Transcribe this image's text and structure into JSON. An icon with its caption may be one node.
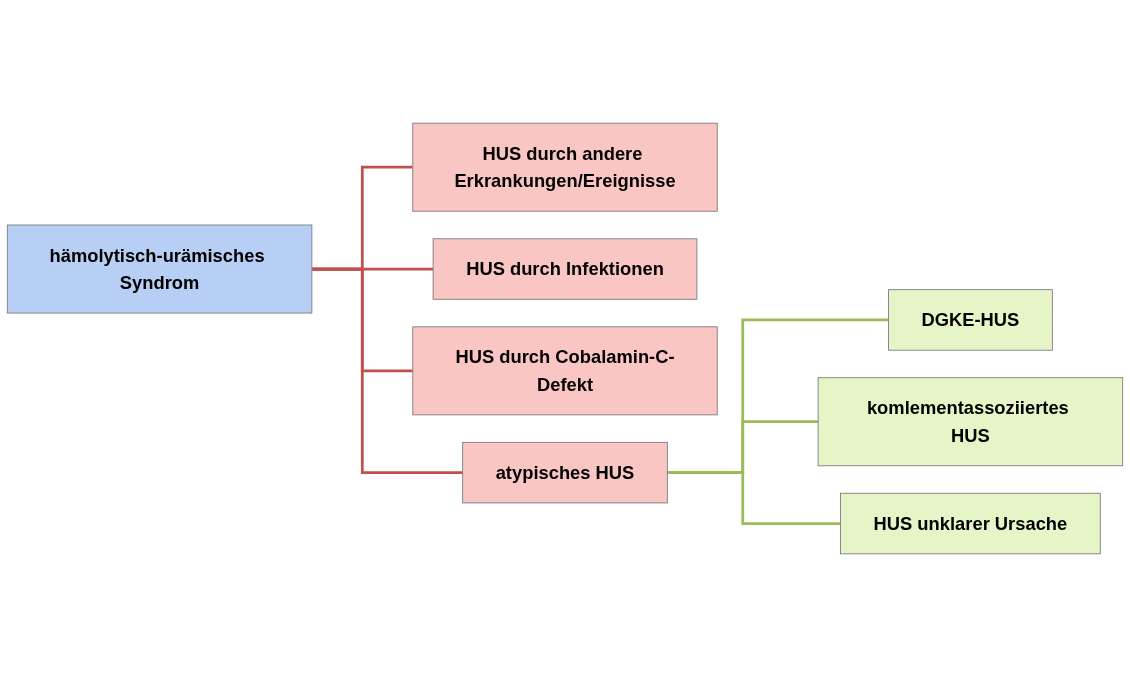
{
  "diagram": {
    "nodes": [
      {
        "text": [
          "hämolytisch-urämisches Syndrom"
        ]
      },
      {
        "text": [
          "HUS durch andere Erkrankungen/Ereignisse"
        ]
      },
      {
        "text": [
          "HUS durch Infektionen"
        ]
      },
      {
        "text": [
          "HUS durch Cobalamin-C-Defekt"
        ]
      },
      {
        "text": [
          "atypisches HUS"
        ]
      },
      {
        "text": [
          "DGKE-HUS"
        ]
      },
      {
        "text": [
          "komlementassoziiertes HUS"
        ]
      },
      {
        "text": [
          "HUS unklarer Ursache"
        ]
      }
    ],
    "edges": [
      {
        "from": 0,
        "to": 1,
        "arrow": "none"
      },
      {
        "from": 0,
        "to": 2,
        "arrow": "none"
      },
      {
        "from": 0,
        "to": 3,
        "arrow": "none"
      },
      {
        "from": 0,
        "to": 4,
        "arrow": "none"
      },
      {
        "from": 4,
        "to": 5,
        "arrow": "none",
        "color": "#9bbb59"
      },
      {
        "from": 4,
        "to": 6,
        "arrow": "none",
        "color": "#9bbb59"
      },
      {
        "from": 4,
        "to": 7,
        "arrow": "none",
        "color": "#9bbb59"
      }
    ]
  }
}
